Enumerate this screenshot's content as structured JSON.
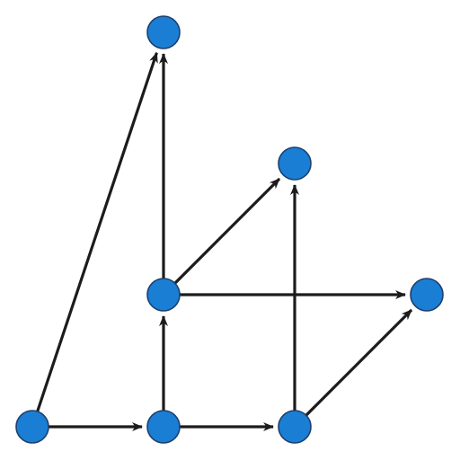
{
  "diagram": {
    "type": "directed-graph",
    "node_fill": "#1a7fd4",
    "node_stroke": "#1d3f6e",
    "edge_color": "#1c1c1c",
    "nodes": [
      {
        "id": "n1"
      },
      {
        "id": "n2"
      },
      {
        "id": "n3"
      },
      {
        "id": "n4"
      },
      {
        "id": "n5"
      },
      {
        "id": "n6"
      },
      {
        "id": "n7"
      }
    ],
    "edges": [
      {
        "from": "n1",
        "to": "n2"
      },
      {
        "from": "n2",
        "to": "n3"
      },
      {
        "from": "n1",
        "to": "n7"
      },
      {
        "from": "n2",
        "to": "n4"
      },
      {
        "from": "n4",
        "to": "n7"
      },
      {
        "from": "n4",
        "to": "n6"
      },
      {
        "from": "n4",
        "to": "n5"
      },
      {
        "from": "n3",
        "to": "n6"
      },
      {
        "from": "n3",
        "to": "n5"
      }
    ]
  }
}
